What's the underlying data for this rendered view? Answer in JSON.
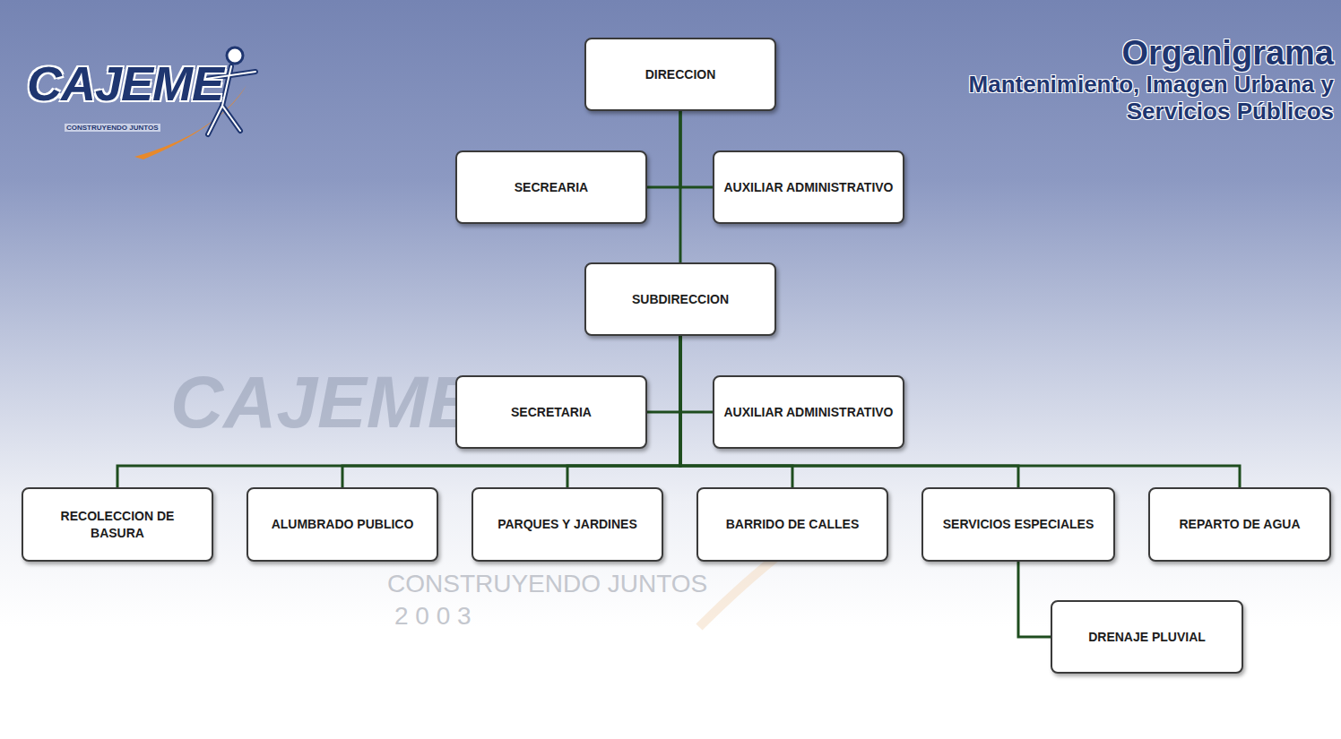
{
  "diagram": {
    "title": "Organigrama",
    "nodes": [
      {
        "text": [
          "DIRECCION"
        ]
      },
      {
        "text": [
          "SECREARIA"
        ]
      },
      {
        "text": [
          "AUXILIAR ADMINISTRATIVO"
        ]
      },
      {
        "text": [
          "SUBDIRECCION"
        ]
      },
      {
        "text": [
          "SECRETARIA"
        ]
      },
      {
        "text": [
          "AUXILIAR ADMINISTRATIVO"
        ]
      },
      {
        "text": [
          "RECOLECCION DE BASURA"
        ]
      },
      {
        "text": [
          "ALUMBRADO PUBLICO"
        ]
      },
      {
        "text": [
          "PARQUES Y JARDINES"
        ]
      },
      {
        "text": [
          "BARRIDO DE CALLES"
        ]
      },
      {
        "text": [
          "SERVICIOS ESPECIALES"
        ]
      },
      {
        "text": [
          "REPARTO DE AGUA"
        ]
      },
      {
        "text": [
          "DRENAJE PLUVIAL"
        ]
      }
    ],
    "edges": [
      {
        "from": 0,
        "to": 1,
        "arrow": "none"
      },
      {
        "from": 0,
        "to": 2,
        "arrow": "none"
      },
      {
        "from": 0,
        "to": 3,
        "arrow": "none"
      },
      {
        "from": 3,
        "to": 4,
        "arrow": "none"
      },
      {
        "from": 3,
        "to": 5,
        "arrow": "none"
      },
      {
        "from": 3,
        "to": 6,
        "arrow": "none"
      },
      {
        "from": 3,
        "to": 7,
        "arrow": "none"
      },
      {
        "from": 3,
        "to": 8,
        "arrow": "none"
      },
      {
        "from": 3,
        "to": 9,
        "arrow": "none"
      },
      {
        "from": 3,
        "to": 10,
        "arrow": "none"
      },
      {
        "from": 3,
        "to": 11,
        "arrow": "none"
      },
      {
        "from": 10,
        "to": 12,
        "arrow": "none"
      }
    ],
    "labels": [
      "Mantenimiento, Imagen Urbana y Servicios Públicos",
      "CAJEME",
      "CONSTRUYENDO JUNTOS",
      "CAJEME",
      "CONSTRUYENDO JUNTOS",
      "2 0 0 3"
    ]
  }
}
